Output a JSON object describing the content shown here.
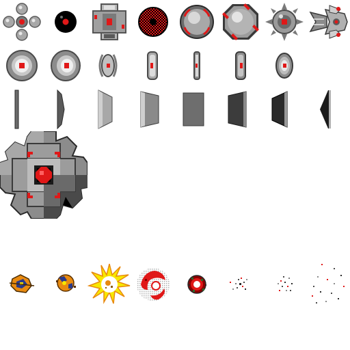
{
  "sheet": {
    "background": "#ffffff",
    "palette": {
      "red": "#e01818",
      "dark_red": "#8a0000",
      "black": "#000000",
      "light_gray": "#c8c8c8",
      "mid_gray": "#8c8c8c",
      "dark_gray": "#4a4a4a",
      "white": "#ffffff",
      "yellow": "#f8e800",
      "orange": "#e88a10"
    },
    "rows": [
      {
        "name": "enemy-variants",
        "frames": [
          "cross-orb-icon",
          "black-orb-icon",
          "cube-drone-icon",
          "red-grid-orb-icon",
          "rimmed-orb-icon",
          "octagon-orb-icon",
          "spiked-mine-icon",
          "winged-ship-icon"
        ]
      },
      {
        "name": "disc-rotation",
        "frames": [
          "disc-frame-1-icon",
          "disc-frame-2-icon",
          "disc-frame-3-icon",
          "disc-frame-4-icon",
          "disc-frame-5-icon",
          "disc-frame-6-icon",
          "disc-frame-7-icon"
        ]
      },
      {
        "name": "panel-rotation",
        "frames": [
          "panel-frame-1-icon",
          "panel-frame-2-icon",
          "panel-frame-3-icon",
          "panel-frame-4-icon",
          "panel-frame-5-icon",
          "panel-frame-6-icon",
          "panel-frame-7-icon",
          "panel-frame-8-icon"
        ]
      },
      {
        "name": "boss",
        "frames": [
          "boss-core-icon"
        ]
      },
      {
        "name": "explosion",
        "frames": [
          "explosion-frame-1-icon",
          "explosion-frame-2-icon",
          "explosion-frame-3-icon",
          "explosion-frame-4-icon",
          "explosion-frame-5-icon",
          "explosion-frame-6-icon",
          "explosion-frame-7-icon",
          "explosion-frame-8-icon"
        ]
      }
    ]
  }
}
